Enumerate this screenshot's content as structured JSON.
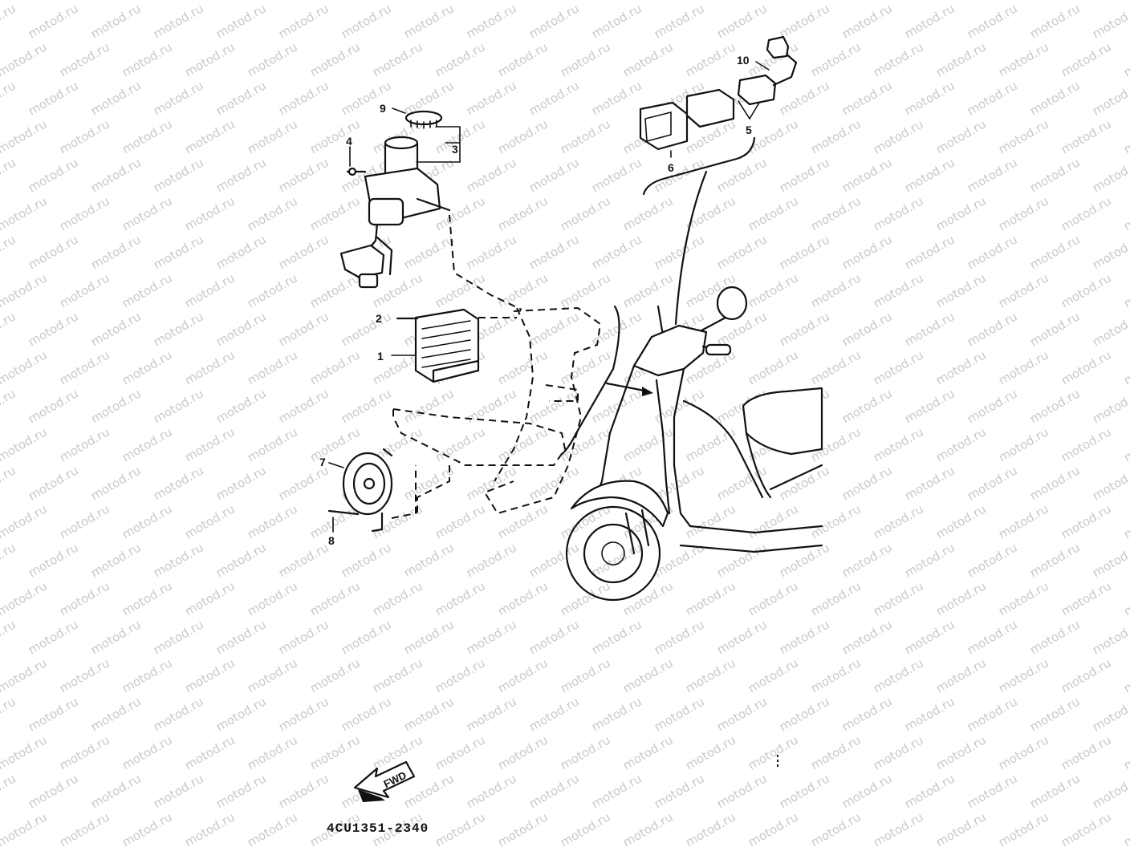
{
  "watermark": {
    "text": "motod.ru"
  },
  "callouts": [
    {
      "id": "1",
      "label": "1"
    },
    {
      "id": "2",
      "label": "2"
    },
    {
      "id": "3",
      "label": "3"
    },
    {
      "id": "4",
      "label": "4"
    },
    {
      "id": "5",
      "label": "5"
    },
    {
      "id": "6",
      "label": "6"
    },
    {
      "id": "7",
      "label": "7"
    },
    {
      "id": "8",
      "label": "8"
    },
    {
      "id": "9",
      "label": "9"
    },
    {
      "id": "10",
      "label": "10"
    }
  ],
  "fwd_arrow": {
    "label": "FWD"
  },
  "diagram_code": "4CU1351-2340"
}
